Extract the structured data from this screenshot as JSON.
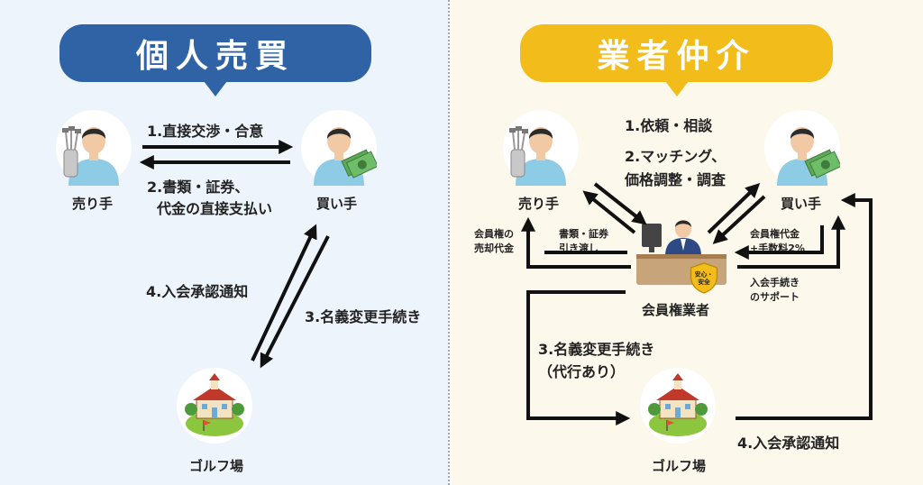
{
  "left": {
    "title": "個人売買",
    "seller": "売り手",
    "buyer": "買い手",
    "golf": "ゴルフ場",
    "step1": "1.直接交渉・合意",
    "step2_line1": "2.書類・証券、",
    "step2_line2": "代金の直接支払い",
    "step3": "3.名義変更手続き",
    "step4": "4.入会承認通知"
  },
  "right": {
    "title": "業者仲介",
    "seller": "売り手",
    "buyer": "買い手",
    "golf": "ゴルフ場",
    "broker": "会員権業者",
    "badge_line1": "安心・",
    "badge_line2": "安全",
    "step1": "1.依頼・相談",
    "step2_line1": "2.マッチング、",
    "step2_line2": "価格調整・調査",
    "seller_proceeds_line1": "会員権の",
    "seller_proceeds_line2": "売却代金",
    "docs_line1": "書類・証券",
    "docs_line2": "引き渡し",
    "buyer_pay_line1": "会員権代金",
    "buyer_pay_line2": "+手数料2%",
    "support_line1": "入会手続き",
    "support_line2": "のサポート",
    "step3_line1": "3.名義変更手続き",
    "step3_line2": "（代行あり）",
    "step4": "4.入会承認通知"
  },
  "colors": {
    "left_banner": "#2f63a6",
    "right_banner": "#f2bc1b",
    "left_bg": "#eef4fc",
    "right_bg": "#fdf8ec",
    "arrow": "#111111"
  },
  "icons": {
    "seller": "golfer-person-icon",
    "buyer": "person-with-money-icon",
    "golf": "clubhouse-icon",
    "broker": "broker-desk-icon"
  }
}
